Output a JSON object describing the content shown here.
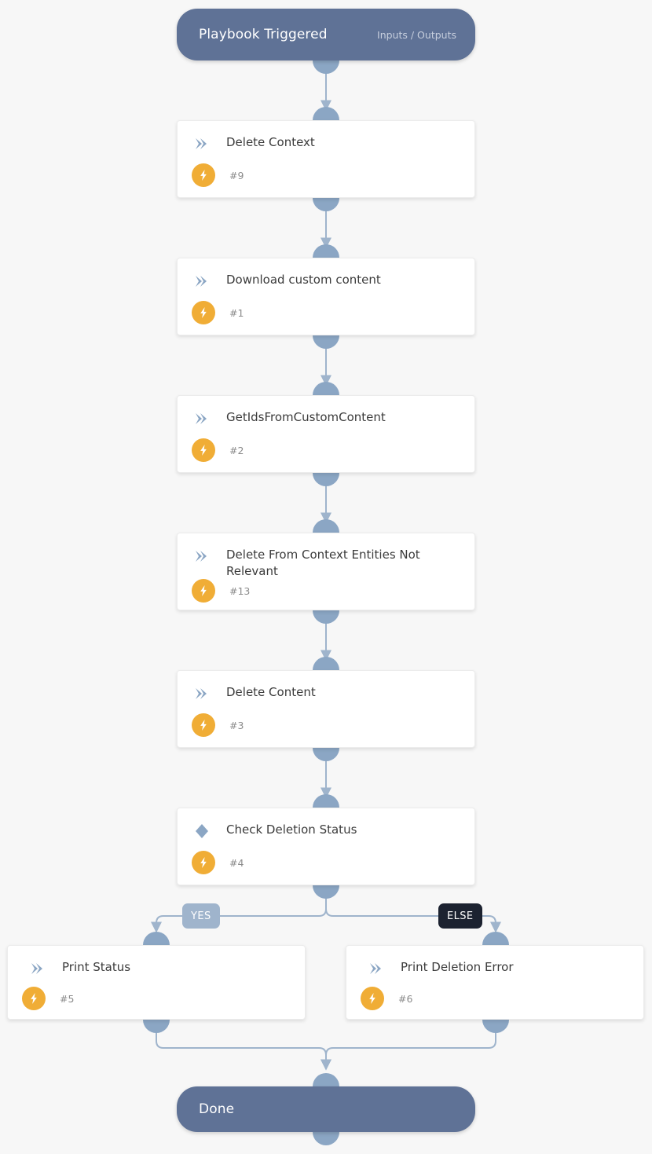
{
  "diagram": {
    "type": "playbook-workflow",
    "background_color": "#f7f7f7",
    "accent_color": "#5f7296",
    "connector_color": "#9fb4cc",
    "bolt_color": "#f0ad36"
  },
  "start_node": {
    "title": "Playbook Triggered",
    "sub_label": "Inputs / Outputs",
    "icon": "none"
  },
  "tasks": [
    {
      "title": "Delete Context",
      "number": "#9",
      "icon": "chevron-right-icon",
      "badge_icon": "lightning-bolt-icon"
    },
    {
      "title": "Download custom content",
      "number": "#1",
      "icon": "chevron-right-icon",
      "badge_icon": "lightning-bolt-icon"
    },
    {
      "title": "GetIdsFromCustomContent",
      "number": "#2",
      "icon": "chevron-right-icon",
      "badge_icon": "lightning-bolt-icon"
    },
    {
      "title": "Delete From Context Entities Not Relevant",
      "number": "#13",
      "icon": "chevron-right-icon",
      "badge_icon": "lightning-bolt-icon"
    },
    {
      "title": "Delete Content",
      "number": "#3",
      "icon": "chevron-right-icon",
      "badge_icon": "lightning-bolt-icon"
    },
    {
      "title": "Check Deletion Status",
      "number": "#4",
      "icon": "diamond-icon",
      "badge_icon": "lightning-bolt-icon"
    }
  ],
  "branches": {
    "yes": {
      "label": "YES",
      "color": "#9fb4cc"
    },
    "else": {
      "label": "ELSE",
      "color": "#1c2230"
    }
  },
  "branch_tasks": [
    {
      "title": "Print Status",
      "number": "#5",
      "icon": "chevron-right-icon",
      "badge_icon": "lightning-bolt-icon"
    },
    {
      "title": "Print Deletion Error",
      "number": "#6",
      "icon": "chevron-right-icon",
      "badge_icon": "lightning-bolt-icon"
    }
  ],
  "end_node": {
    "title": "Done"
  }
}
